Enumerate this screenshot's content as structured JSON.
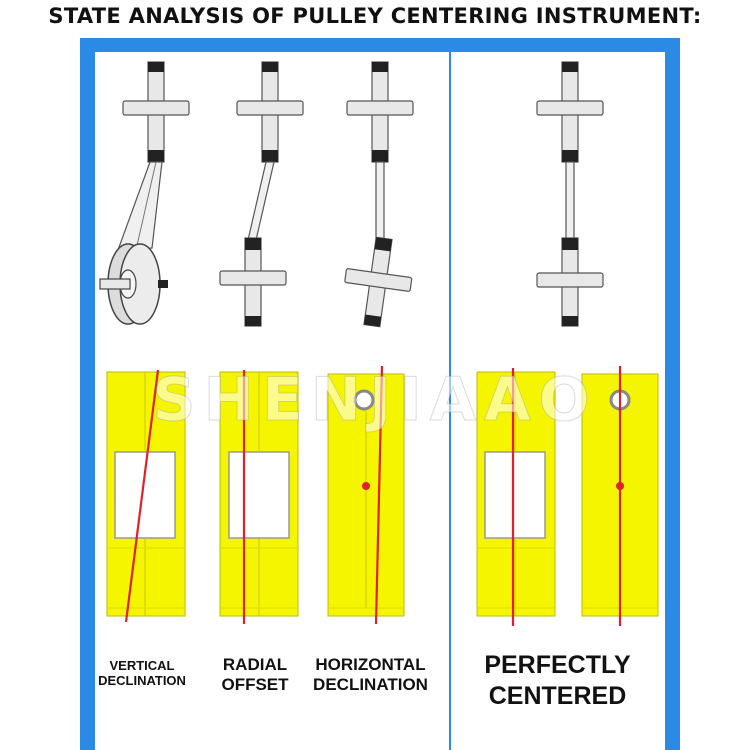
{
  "title": "STATE ANALYSIS OF PULLEY CENTERING INSTRUMENT:",
  "watermark": "SHENJIAAO",
  "states": [
    {
      "line1": "VERTICAL",
      "line2": "DECLINATION"
    },
    {
      "line1": "RADIAL",
      "line2": "OFFSET"
    },
    {
      "line1": "HORIZONTAL",
      "line2": "DECLINATION"
    },
    {
      "line1": "PERFECTLY",
      "line2": "CENTERED"
    }
  ],
  "colors": {
    "frame": "#2a8ae6",
    "target_card": "#f5f500",
    "laser_line": "#e0202a",
    "shaft": "#e8e8e8",
    "shaft_outline": "#555555"
  }
}
